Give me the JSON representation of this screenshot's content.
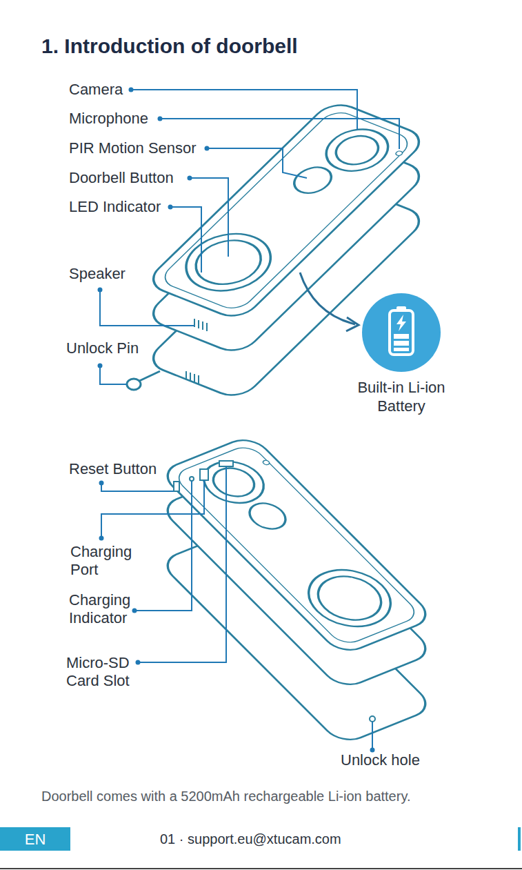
{
  "diagram": {
    "title": "1. Introduction of doorbell",
    "caption": "Doorbell comes with a 5200mAh rechargeable Li-ion battery.",
    "nodes": [
      {
        "text": [
          "Built-in Li-ion Battery"
        ]
      },
      {
        "text": [
          "EN"
        ]
      }
    ],
    "labels": [
      "Camera",
      "Microphone",
      "PIR Motion Sensor",
      "Doorbell Button",
      "LED Indicator",
      "Speaker",
      "Unlock Pin",
      "Reset Button",
      "Charging Port",
      "Charging Indicator",
      "Micro-SD Card Slot",
      "Unlock hole",
      "01 · support.eu@xtucam.com"
    ]
  }
}
